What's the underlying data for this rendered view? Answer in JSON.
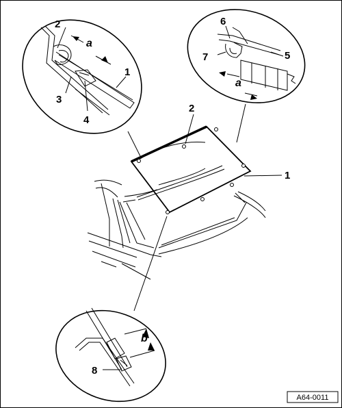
{
  "diagram": {
    "callouts": {
      "tl_2": "2",
      "tl_a": "a",
      "tl_1": "1",
      "tl_3": "3",
      "tl_4": "4",
      "tr_6": "6",
      "tr_7": "7",
      "tr_5": "5",
      "tr_a": "a",
      "main_2": "2",
      "main_1": "1",
      "bot_b": "b",
      "bot_8": "8"
    },
    "reference": "A64-0011"
  }
}
